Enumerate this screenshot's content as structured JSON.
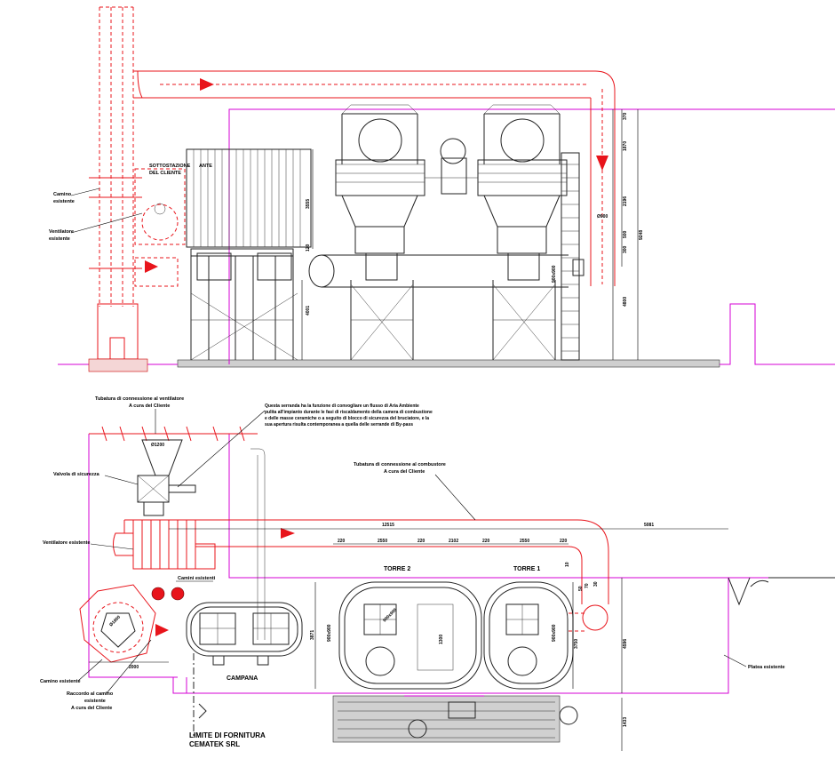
{
  "elevation": {
    "labels": {
      "camino_esistente": [
        "Camino",
        "esistente"
      ],
      "ventilatore_esistente": [
        "Ventilatore",
        "esistente"
      ],
      "sottostazione": [
        "SOTTOSTAZIONE",
        "DEL CLIENTE"
      ],
      "sottostazione_overlap": "ANTE"
    },
    "dims": {
      "d3555": "3555",
      "d120": "120",
      "d4001": "4001",
      "d370": "370",
      "d1870": "1870",
      "d2196": "2196",
      "d500": "500",
      "d300": "300",
      "d9248": "9248",
      "d4800": "4800",
      "phi800": "Ø900",
      "tag_900": "900x900"
    }
  },
  "plan": {
    "labels": {
      "tubatura_ventilatore": [
        "Tubatura di connessione al ventilatore",
        "A cura del Cliente"
      ],
      "note_serranda": [
        "Questa serranda ha la funzione di convogliare un flusso di Aria Ambiente",
        "pulita all'impianto durante le fasi di riscaldamento della camera di combustione",
        "e delle masse ceramiche o a seguito di blocco di sicurezza del bruciatore, e la",
        "sua apertura risulta contemporanea a quella delle serrande di By-pass"
      ],
      "valvola": "Valvola di sicurezza",
      "ventilatore": "Ventilatore esistente",
      "tubatura_combustore": [
        "Tubatura di connessione al combustore",
        "A cura del Cliente"
      ],
      "camini_esistenti": "Camini esistenti",
      "camino_esistente": "Camino esistente",
      "raccordo": [
        "Raccordo al camino",
        "esistente",
        "A cura del Cliente"
      ],
      "torre2": "TORRE 2",
      "torre1": "TORRE 1",
      "campana": "CAMPANA",
      "platea": "Platea esistente",
      "limite": [
        "LIMITE DI FORNITURA",
        "CEMATEK SRL"
      ]
    },
    "dims": {
      "d12515": "12515",
      "d5081": "5081",
      "d220a": "220",
      "d2550a": "2550",
      "d220b": "220",
      "d2102": "2102",
      "d220c": "220",
      "d2550b": "2550",
      "d220d": "220",
      "d2000": "2000",
      "d3871": "3871",
      "d1300": "1300",
      "d3750": "3750",
      "d4596": "4596",
      "d1433": "1433",
      "phi1200": "Ø1200",
      "phi1600": "Ø1600",
      "tag_a": "900x900",
      "tag_b": "900x900",
      "tag_c": "900x900",
      "small1": "50",
      "small2": "70",
      "small3": "30",
      "small4": "10"
    }
  },
  "colors": {
    "process": "#e8141b",
    "boundary": "#d400d4",
    "structure": "#222222"
  }
}
